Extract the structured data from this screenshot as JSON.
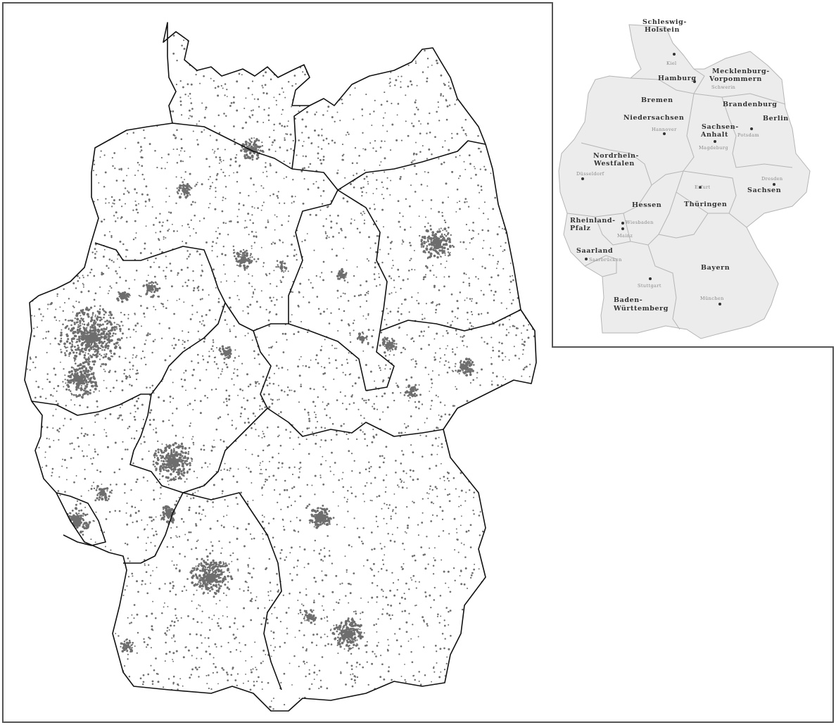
{
  "colors": {
    "border": "#111111",
    "dot": "#6e6e6e",
    "inset_fill": "#ececec",
    "inset_border": "#b5b5b5",
    "state_label": "#333333",
    "city_label": "#888888",
    "frame": "#555555"
  },
  "inset": {
    "states": [
      {
        "id": "sh",
        "lines": [
          "Schleswig-",
          "Holstein"
        ]
      },
      {
        "id": "hh",
        "lines": [
          "Hamburg"
        ]
      },
      {
        "id": "mv",
        "lines": [
          "Mecklenburg-",
          "Vorpommern"
        ]
      },
      {
        "id": "hb",
        "lines": [
          "Bremen"
        ]
      },
      {
        "id": "bb",
        "lines": [
          "Brandenburg"
        ]
      },
      {
        "id": "be",
        "lines": [
          "Berlin"
        ]
      },
      {
        "id": "ni",
        "lines": [
          "Niedersachsen"
        ]
      },
      {
        "id": "st",
        "lines": [
          "Sachsen-",
          "Anhalt"
        ]
      },
      {
        "id": "nw",
        "lines": [
          "Nordrhein-",
          "Westfalen"
        ]
      },
      {
        "id": "sn",
        "lines": [
          "Sachsen"
        ]
      },
      {
        "id": "he",
        "lines": [
          "Hessen"
        ]
      },
      {
        "id": "th",
        "lines": [
          "Thüringen"
        ]
      },
      {
        "id": "rp",
        "lines": [
          "Rheinland-",
          "Pfalz"
        ]
      },
      {
        "id": "sl",
        "lines": [
          "Saarland"
        ]
      },
      {
        "id": "by",
        "lines": [
          "Bayern"
        ]
      },
      {
        "id": "bw",
        "lines": [
          "Baden-",
          "Württemberg"
        ]
      }
    ],
    "capitals": [
      {
        "id": "kiel",
        "name": "Kiel"
      },
      {
        "id": "schwerin",
        "name": "Schwerin"
      },
      {
        "id": "hannover",
        "name": "Hannover"
      },
      {
        "id": "potsdam",
        "name": "Potsdam"
      },
      {
        "id": "magdeburg",
        "name": "Magdeburg"
      },
      {
        "id": "duesseldorf",
        "name": "Düsseldorf"
      },
      {
        "id": "dresden",
        "name": "Dresden"
      },
      {
        "id": "erfurt",
        "name": "Erfurt"
      },
      {
        "id": "wiesbaden",
        "name": "Wiesbaden"
      },
      {
        "id": "mainz",
        "name": "Mainz"
      },
      {
        "id": "saarbruecken",
        "name": "Saarbrücken"
      },
      {
        "id": "stuttgart",
        "name": "Stuttgart"
      },
      {
        "id": "muenchen",
        "name": "München"
      }
    ]
  }
}
